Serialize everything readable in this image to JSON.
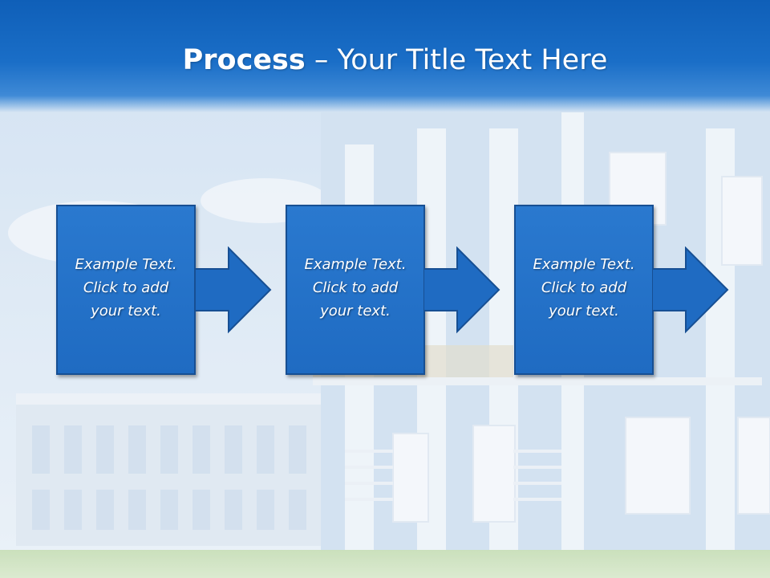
{
  "title": {
    "bold": "Process",
    "rest": " – Your Title Text Here"
  },
  "steps": [
    {
      "line1": "Example Text.",
      "line2": "Click  to add",
      "line3": "your text."
    },
    {
      "line1": "Example Text.",
      "line2": "Click  to add",
      "line3": "your text."
    },
    {
      "line1": "Example Text.",
      "line2": "Click  to add",
      "line3": "your text."
    }
  ],
  "colors": {
    "title_bar": "#1464bd",
    "step_fill": "#2270c5",
    "step_border": "#174f93"
  }
}
